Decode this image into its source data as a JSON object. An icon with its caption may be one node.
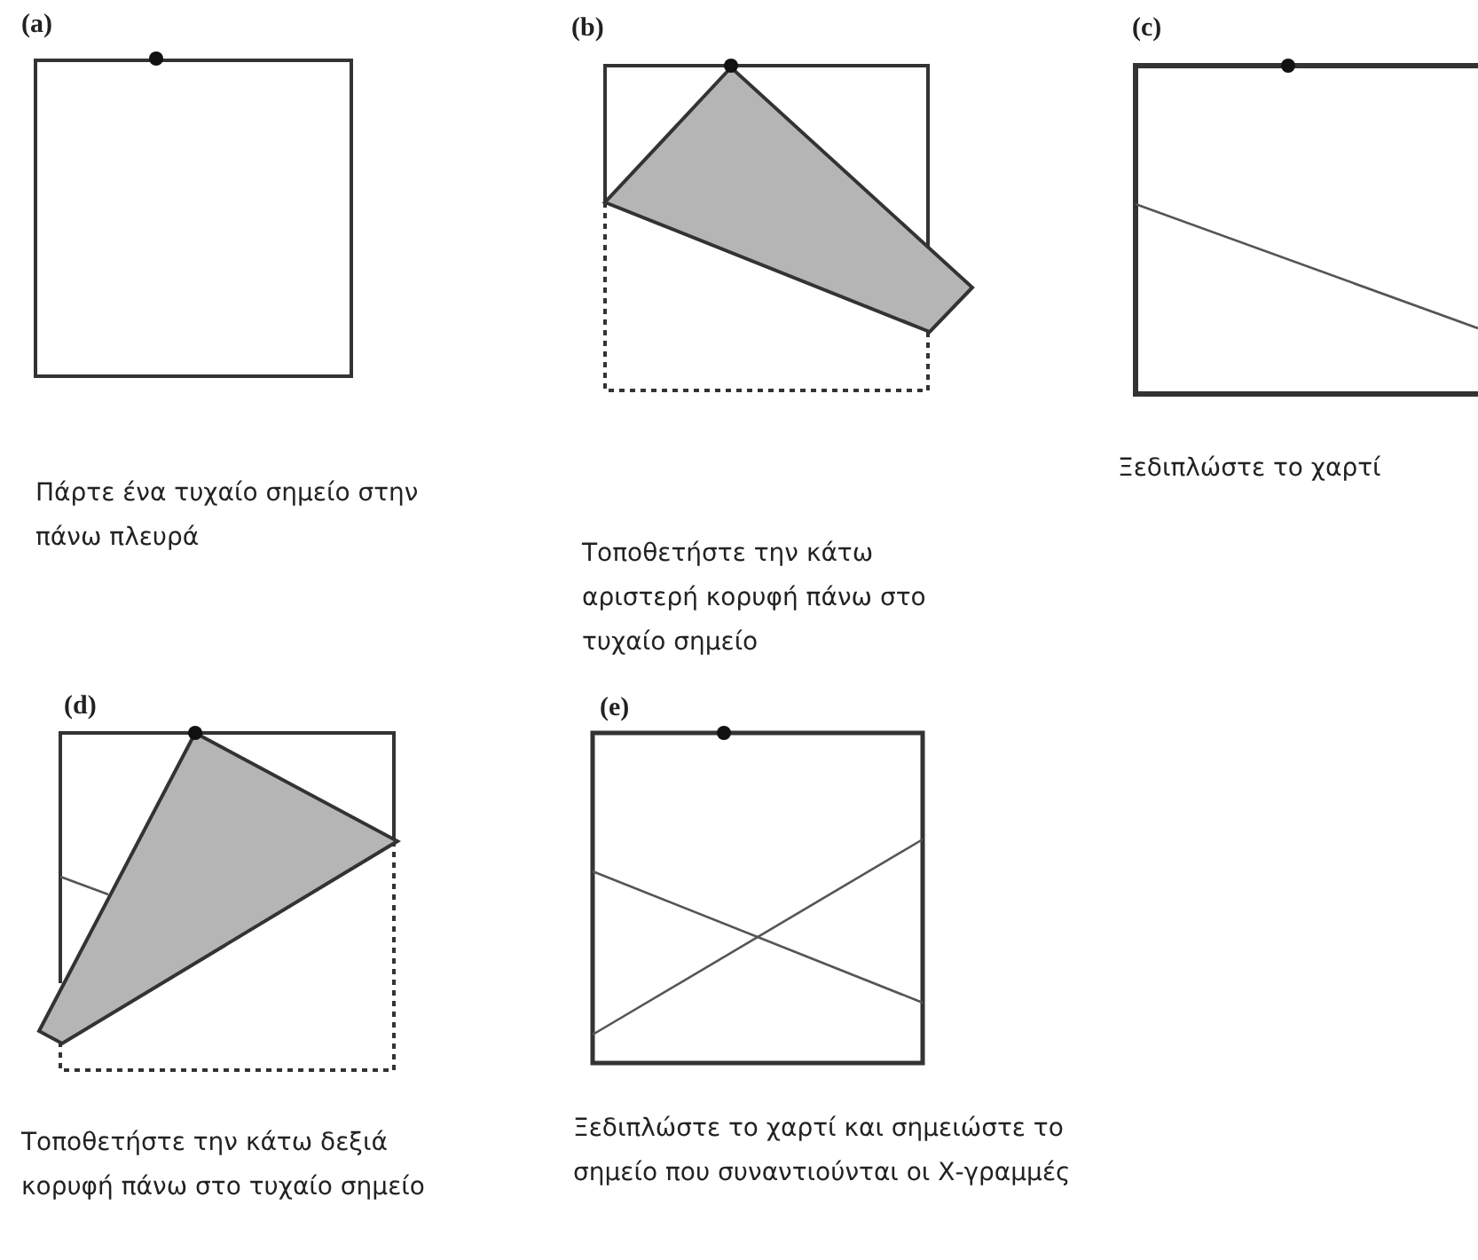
{
  "diagram": {
    "labels": [
      "(a)",
      "(b)",
      "(c)",
      "Πάρτε ένα τυχαίο σημείο στην πάνω πλευρά",
      "Τοποθετήστε την κάτω αριστερή κορυφή πάνω στο τυχαίο σημείο",
      "Ξεδιπλώστε το χαρτί",
      "(d)",
      "(e)",
      "Τοποθετήστε την κάτω δεξιά κορυφή πάνω στο τυχαίο σημείο",
      "Ξεδιπλώστε το χαρτί και σημειώστε το σημείο που συναντιούνται οι Χ-γραμμές"
    ]
  }
}
